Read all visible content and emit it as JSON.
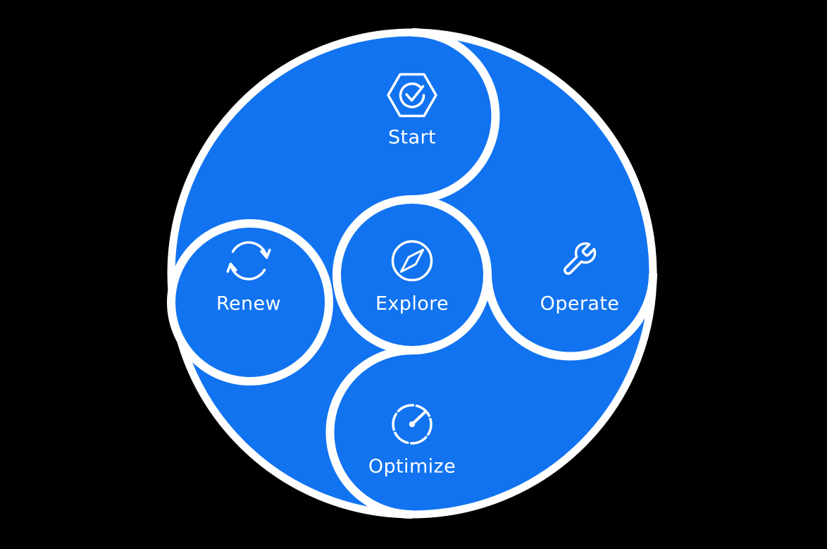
{
  "colors": {
    "background": "#000000",
    "shape_fill": "#1173f0",
    "line": "#ffffff",
    "text": "#ffffff"
  },
  "diagram": {
    "type": "circular-lifecycle",
    "center_node": {
      "label": "Explore",
      "icon": "compass-icon",
      "position": "center"
    },
    "nodes": [
      {
        "label": "Start",
        "icon": "hexagon-check-icon",
        "position": "top"
      },
      {
        "label": "Operate",
        "icon": "wrench-icon",
        "position": "right"
      },
      {
        "label": "Optimize",
        "icon": "gauge-icon",
        "position": "bottom"
      },
      {
        "label": "Renew",
        "icon": "cycle-arrows-icon",
        "position": "left"
      }
    ]
  }
}
